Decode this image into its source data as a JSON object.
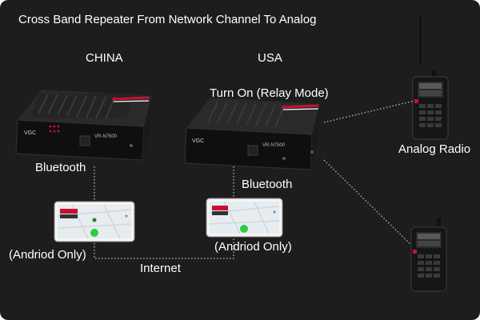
{
  "diagram": {
    "title": "Cross Band Repeater From Network Channel To Analog",
    "locations": {
      "china": "CHINA",
      "usa": "USA"
    },
    "usa_mode": "Turn On (Relay Mode)",
    "links": {
      "bluetooth_china": "Bluetooth",
      "bluetooth_usa": "Bluetooth",
      "internet": "Internet"
    },
    "phones": {
      "china_note": "(Andriod Only)",
      "usa_note": "(Andriod Only)"
    },
    "devices": {
      "brand": "VGC",
      "model_china": "VR-N7500",
      "model_usa": "VR-N7500"
    },
    "radios": {
      "label": "Analog Radio"
    },
    "colors": {
      "background": "#1d1d1d",
      "text": "#ffffff",
      "link_line": "#bdbdbd",
      "device_body": "#0f0f0f",
      "red_accent": "#c8102e"
    }
  }
}
